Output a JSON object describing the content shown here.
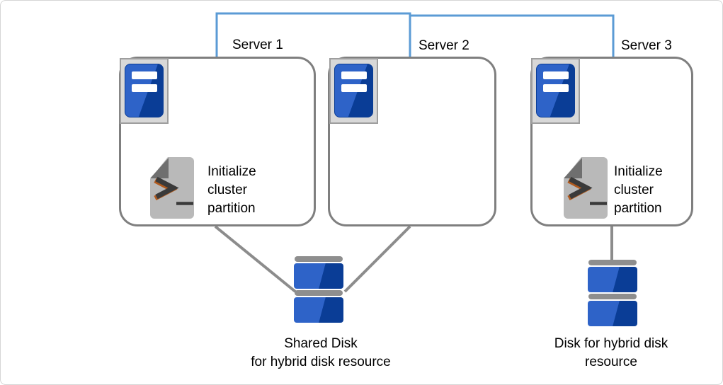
{
  "servers": [
    {
      "label": "Server 1",
      "note": "Initialize\ncluster\npartition"
    },
    {
      "label": "Server 2"
    },
    {
      "label": "Server 3",
      "note": "Initialize\ncluster\npartition"
    }
  ],
  "disks": [
    {
      "label": "Shared Disk\nfor hybrid disk resource"
    },
    {
      "label": "Disk for hybrid disk\nresource"
    }
  ],
  "icons": {
    "server": "server-tower-icon",
    "script": "shell-script-file-icon",
    "disk": "disk-stack-icon",
    "network": "network-interconnect-line",
    "connector": "disk-connector-line"
  },
  "colors": {
    "network_line": "#5B9BD5",
    "box_border": "#7F7F7F",
    "connector_line": "#8C8C8C",
    "server_blue_light": "#2E63C8",
    "server_blue_dark": "#0A3D96",
    "icon_frame_bg": "#D8D8D8",
    "icon_frame_border": "#9E9E9E",
    "disk_cap_gray": "#8E8E8E",
    "doc_gray": "#B9B9B9",
    "doc_fold_gray": "#6F6F6F",
    "doc_glyph": "#3A3A3A",
    "text": "#000000",
    "canvas_border": "#D5D5D5",
    "background": "#FFFFFF"
  }
}
